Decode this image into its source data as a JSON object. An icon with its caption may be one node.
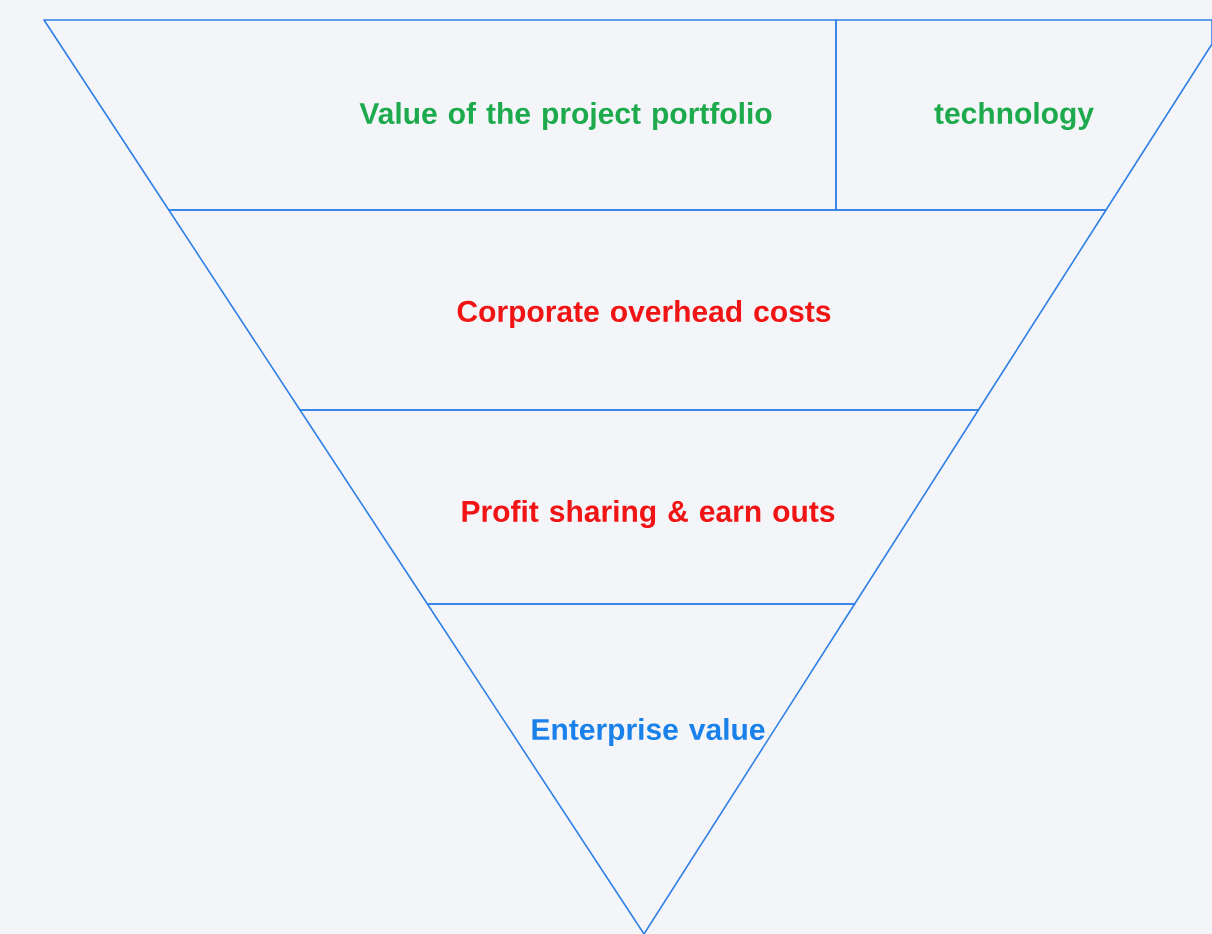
{
  "diagram": {
    "nodes": [
      {
        "text": [
          "Value of the project portfolio"
        ]
      },
      {
        "text": [
          "technology"
        ]
      },
      {
        "text": [
          "Corporate overhead costs"
        ]
      },
      {
        "text": [
          "Profit sharing & earn outs"
        ]
      },
      {
        "text": [
          "Enterprise value"
        ]
      }
    ]
  }
}
